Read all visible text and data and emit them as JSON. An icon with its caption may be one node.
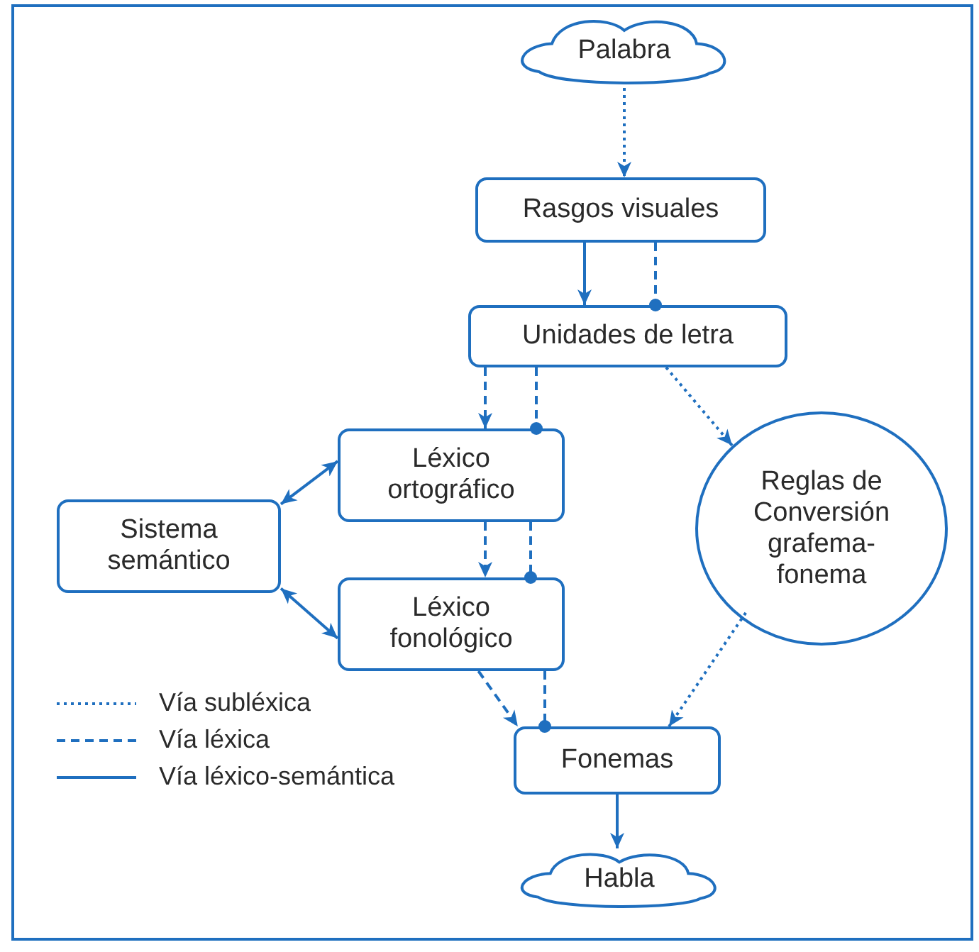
{
  "diagram": {
    "nodes": [
      {
        "text": [
          "Palabra"
        ]
      },
      {
        "text": [
          "Rasgos visuales"
        ]
      },
      {
        "text": [
          "Unidades de letra"
        ]
      },
      {
        "text": [
          "Léxico ortográfico"
        ]
      },
      {
        "text": [
          "Sistema semántico"
        ]
      },
      {
        "text": [
          "Léxico fonológico"
        ]
      },
      {
        "text": [
          "Reglas de Conversión grafema-fonema"
        ]
      },
      {
        "text": [
          "Fonemas"
        ]
      },
      {
        "text": [
          "Habla"
        ]
      }
    ],
    "edges": [
      {
        "from": 0,
        "to": 1,
        "arrow": "to",
        "style": "dashed"
      },
      {
        "from": 1,
        "to": 2,
        "arrow": "to"
      },
      {
        "from": 1,
        "to": 2,
        "arrow": "other",
        "style": "dashed"
      },
      {
        "from": 2,
        "to": 3,
        "arrow": "to",
        "style": "dashed"
      },
      {
        "from": 2,
        "to": 3,
        "arrow": "other",
        "style": "dashed"
      },
      {
        "from": 2,
        "to": 6,
        "arrow": "to",
        "style": "dashed"
      },
      {
        "from": 3,
        "to": 4,
        "arrow": "both"
      },
      {
        "from": 4,
        "to": 5,
        "arrow": "both"
      },
      {
        "from": 3,
        "to": 5,
        "arrow": "to",
        "style": "dashed"
      },
      {
        "from": 3,
        "to": 5,
        "arrow": "other",
        "style": "dashed"
      },
      {
        "from": 5,
        "to": 7,
        "arrow": "to",
        "style": "dashed"
      },
      {
        "from": 5,
        "to": 7,
        "arrow": "other",
        "style": "dashed"
      },
      {
        "from": 6,
        "to": 7,
        "arrow": "to",
        "style": "dashed"
      },
      {
        "from": 7,
        "to": 8,
        "arrow": "to"
      }
    ],
    "legend": [
      {
        "text": "Vía subléxica"
      },
      {
        "text": "Vía léxica"
      },
      {
        "text": "Vía léxico-semántica"
      }
    ]
  }
}
